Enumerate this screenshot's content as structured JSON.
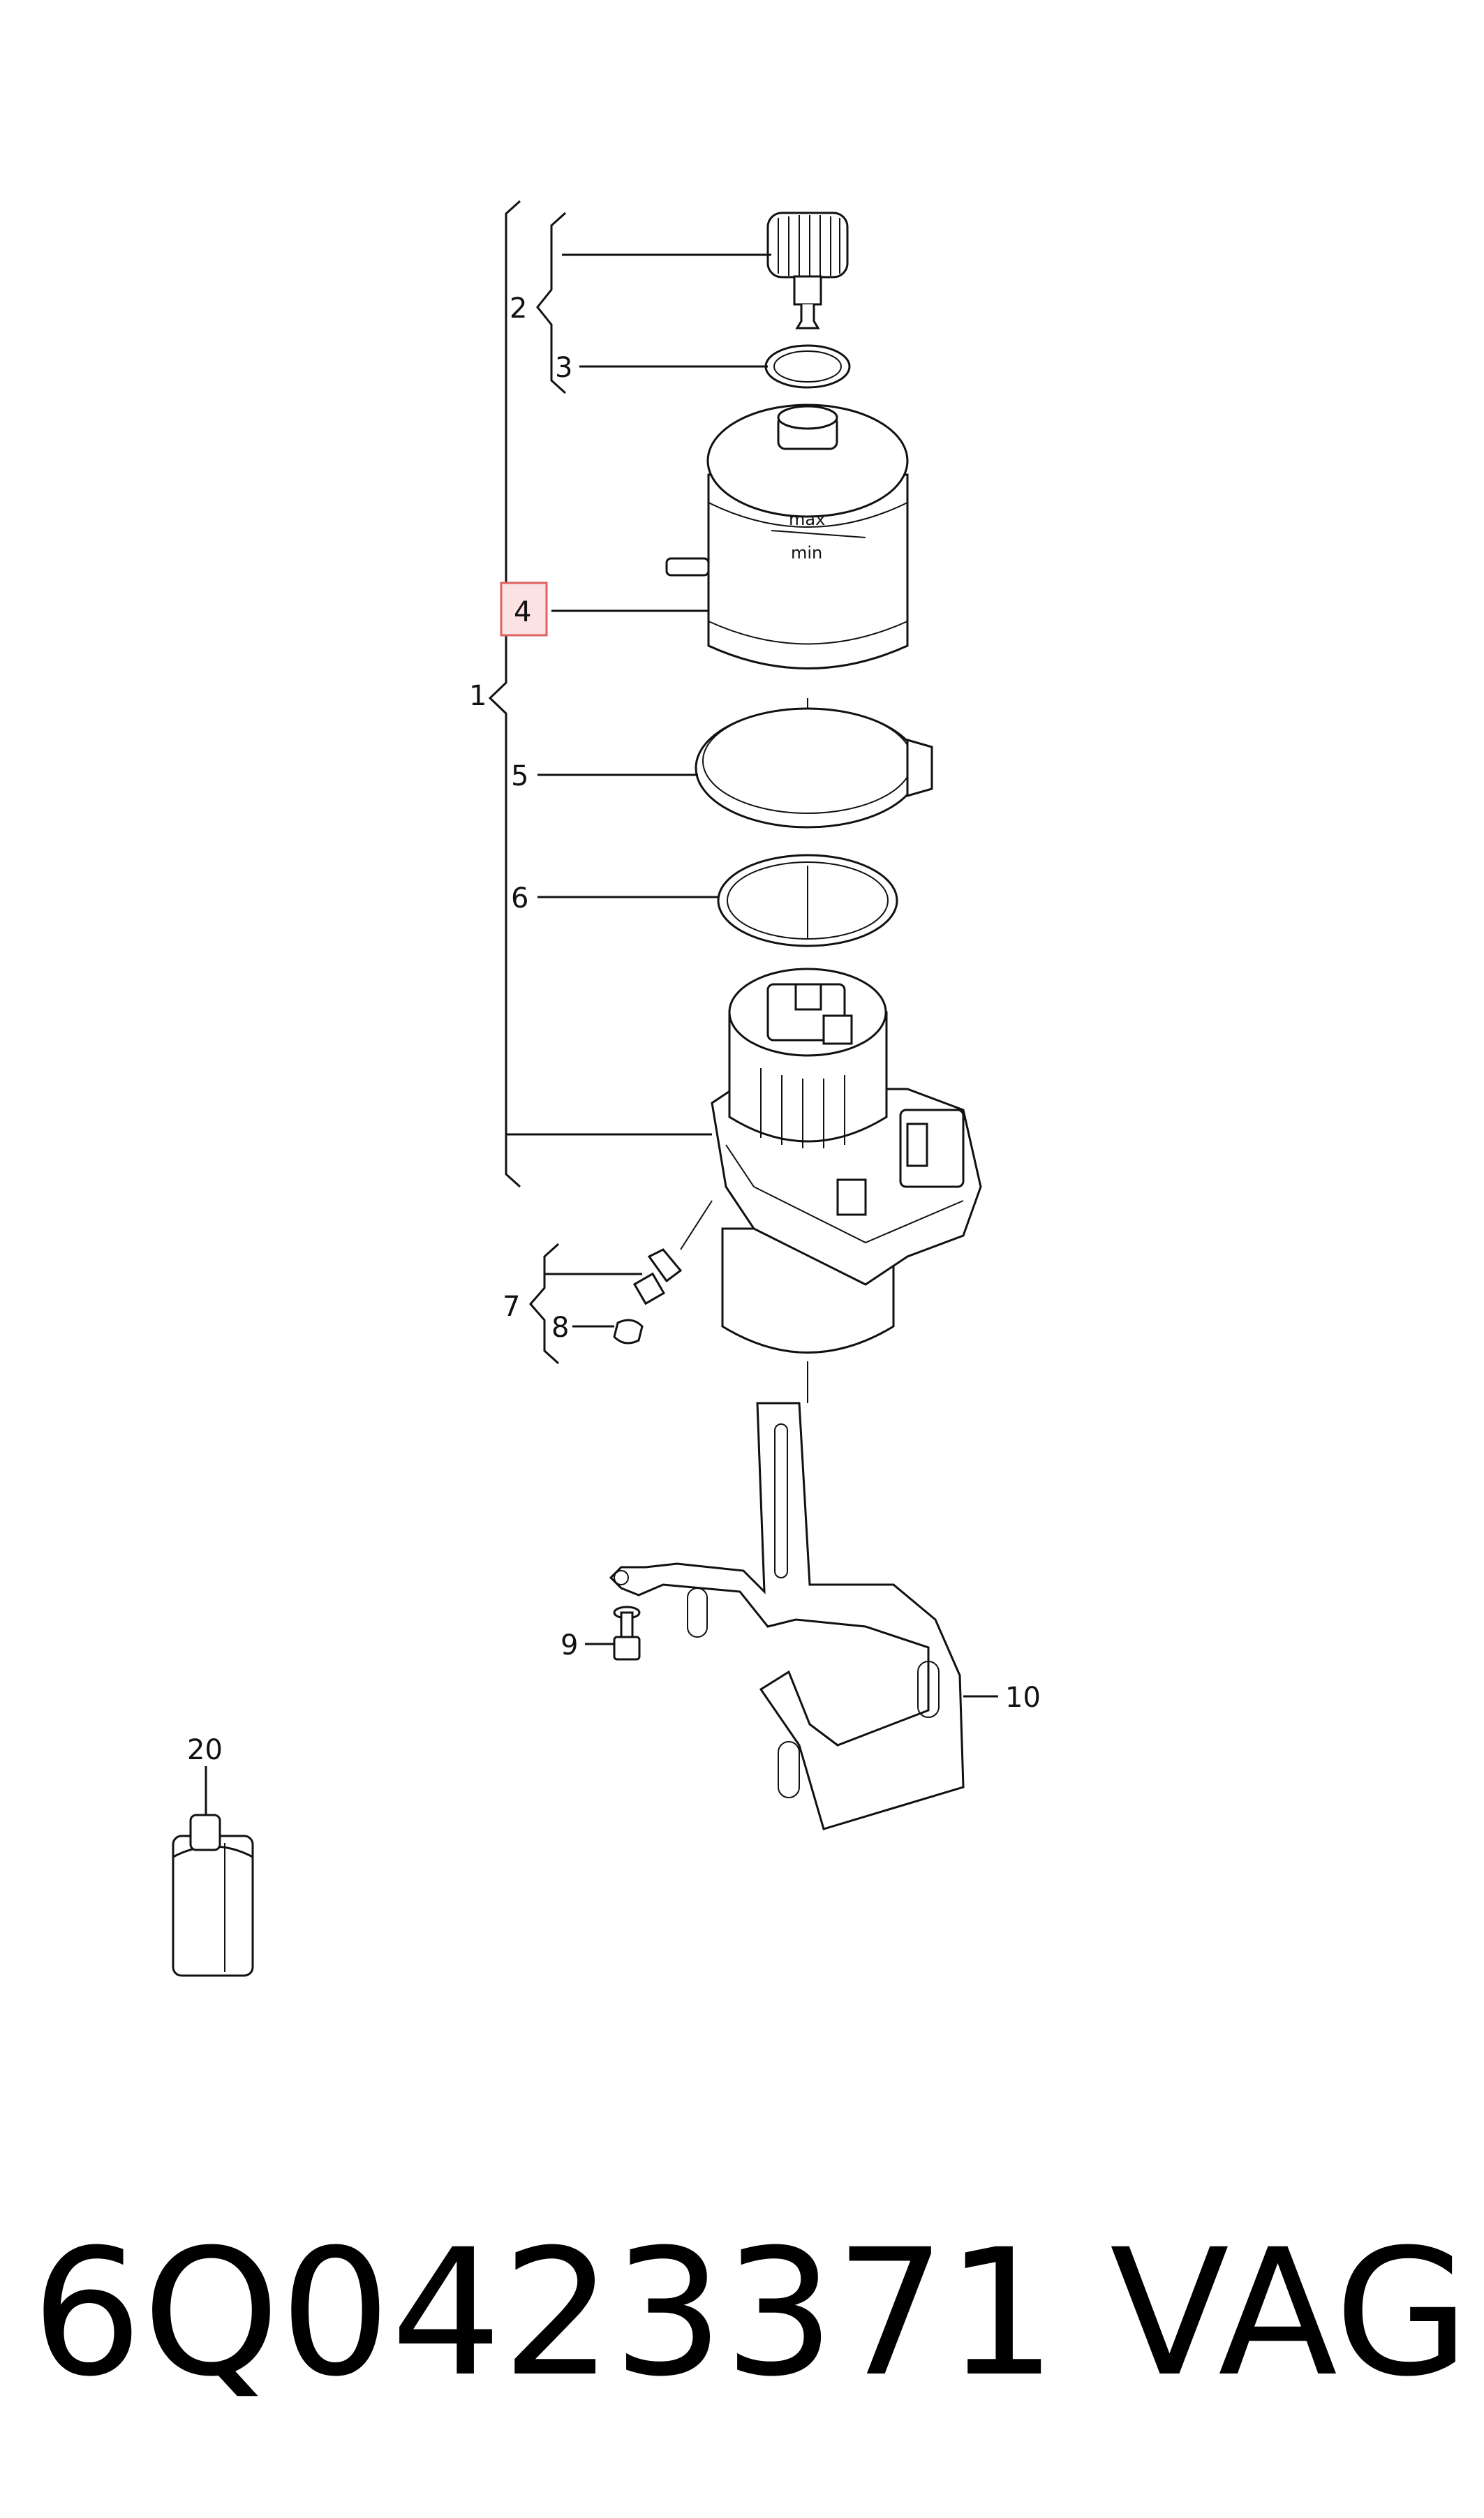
{
  "callouts": {
    "c1": "1",
    "c2": "2",
    "c3": "3",
    "c4": "4",
    "c5": "5",
    "c6": "6",
    "c7": "7",
    "c8": "8",
    "c9": "9",
    "c10": "10",
    "c20": "20"
  },
  "reservoir_labels": {
    "max": "max",
    "min": "min"
  },
  "footer": {
    "part_number": "6Q0423371",
    "brand": "VAG"
  },
  "colors": {
    "highlight_border": "#e06060",
    "highlight_fill": "#fbe3e3"
  }
}
